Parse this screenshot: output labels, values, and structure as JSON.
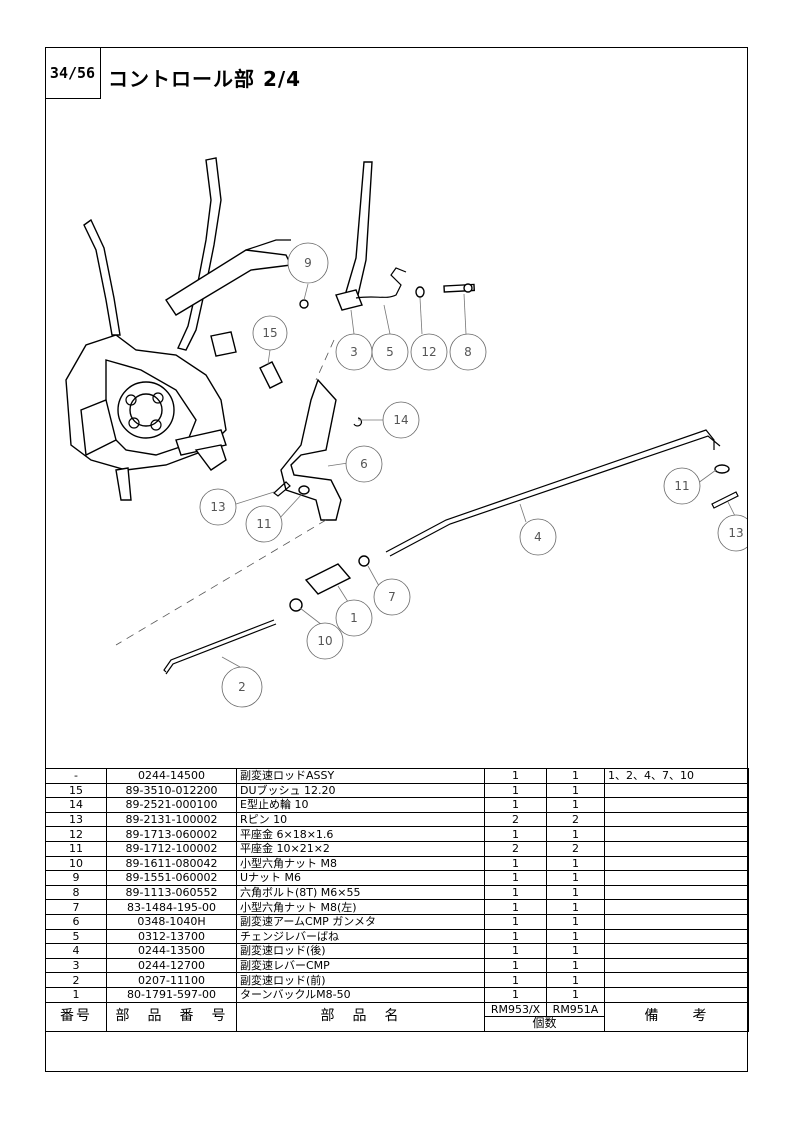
{
  "page": {
    "number": "34/56",
    "title": "コントロール部 2/4"
  },
  "callouts": [
    "9",
    "15",
    "3",
    "5",
    "12",
    "8",
    "14",
    "6",
    "13",
    "11",
    "4",
    "11",
    "13",
    "7",
    "1",
    "10",
    "2"
  ],
  "table": {
    "rows": [
      {
        "no": "-",
        "part_number": "0244-14500",
        "name": "副変速ロッドASSY",
        "q1": "1",
        "q2": "1",
        "remark": "1、2、4、7、10"
      },
      {
        "no": "15",
        "part_number": "89-3510-012200",
        "name": "DUブッシュ 12.20",
        "q1": "1",
        "q2": "1",
        "remark": ""
      },
      {
        "no": "14",
        "part_number": "89-2521-000100",
        "name": "E型止め輪 10",
        "q1": "1",
        "q2": "1",
        "remark": ""
      },
      {
        "no": "13",
        "part_number": "89-2131-100002",
        "name": "Rピン 10",
        "q1": "2",
        "q2": "2",
        "remark": ""
      },
      {
        "no": "12",
        "part_number": "89-1713-060002",
        "name": "平座金 6×18×1.6",
        "q1": "1",
        "q2": "1",
        "remark": ""
      },
      {
        "no": "11",
        "part_number": "89-1712-100002",
        "name": "平座金 10×21×2",
        "q1": "2",
        "q2": "2",
        "remark": ""
      },
      {
        "no": "10",
        "part_number": "89-1611-080042",
        "name": "小型六角ナット M8",
        "q1": "1",
        "q2": "1",
        "remark": ""
      },
      {
        "no": "9",
        "part_number": "89-1551-060002",
        "name": "Uナット M6",
        "q1": "1",
        "q2": "1",
        "remark": ""
      },
      {
        "no": "8",
        "part_number": "89-1113-060552",
        "name": "六角ボルト(8T) M6×55",
        "q1": "1",
        "q2": "1",
        "remark": ""
      },
      {
        "no": "7",
        "part_number": "83-1484-195-00",
        "name": "小型六角ナット M8(左)",
        "q1": "1",
        "q2": "1",
        "remark": ""
      },
      {
        "no": "6",
        "part_number": "0348-1040H",
        "name": "副変速アームCMP ガンメタ",
        "q1": "1",
        "q2": "1",
        "remark": ""
      },
      {
        "no": "5",
        "part_number": "0312-13700",
        "name": "チェンジレバーばね",
        "q1": "1",
        "q2": "1",
        "remark": ""
      },
      {
        "no": "4",
        "part_number": "0244-13500",
        "name": "副変速ロッド(後)",
        "q1": "1",
        "q2": "1",
        "remark": ""
      },
      {
        "no": "3",
        "part_number": "0244-12700",
        "name": "副変速レバーCMP",
        "q1": "1",
        "q2": "1",
        "remark": ""
      },
      {
        "no": "2",
        "part_number": "0207-11100",
        "name": "副変速ロッド(前)",
        "q1": "1",
        "q2": "1",
        "remark": ""
      },
      {
        "no": "1",
        "part_number": "80-1791-597-00",
        "name": "ターンバックルM8-50",
        "q1": "1",
        "q2": "1",
        "remark": ""
      }
    ],
    "header": {
      "no": "番号",
      "part_number": "部　品　番　号",
      "name": "部　品　名",
      "model1": "RM953/X",
      "model2": "RM951A",
      "qty": "個数",
      "remark": "備　　考"
    }
  }
}
